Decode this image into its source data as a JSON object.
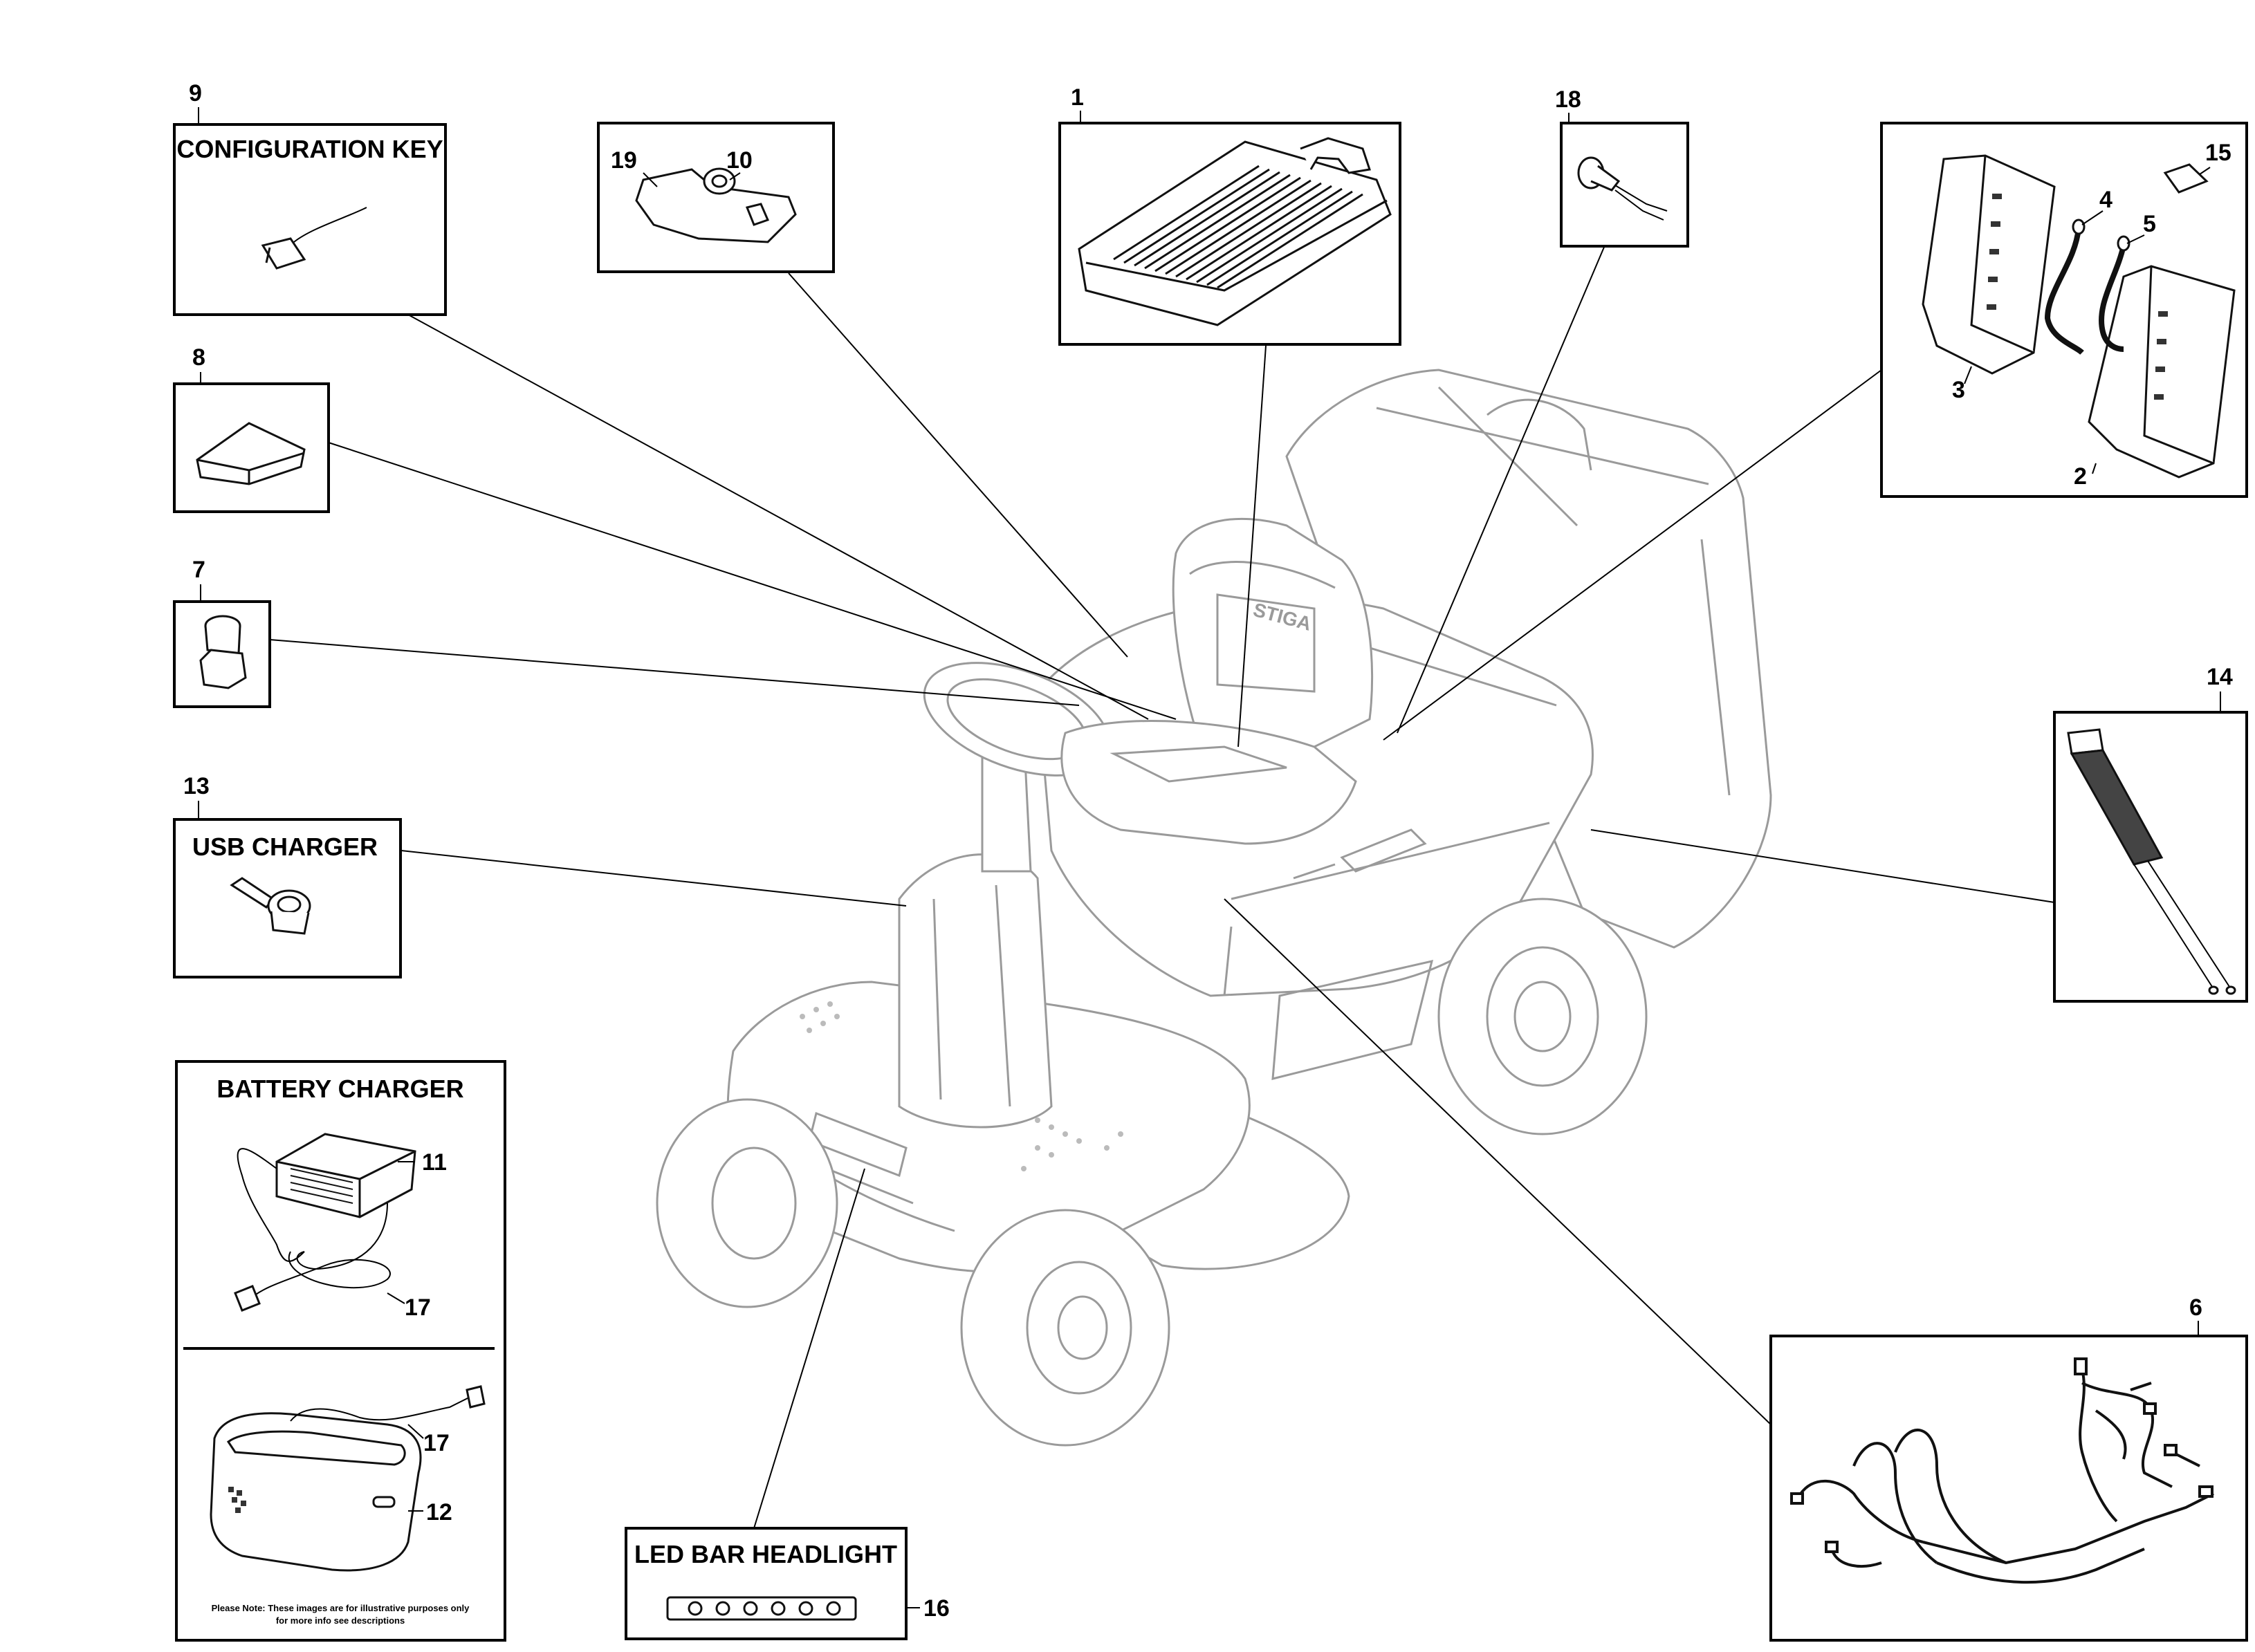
{
  "boxes": {
    "configuration_key": {
      "number": "9",
      "title": "CONFIGURATION KEY"
    },
    "module_19_10": {
      "numbers": [
        "19",
        "10"
      ]
    },
    "battery": {
      "number": "1"
    },
    "sensor": {
      "number": "18"
    },
    "controllers": {
      "numbers": [
        "15",
        "4",
        "5",
        "3",
        "2"
      ]
    },
    "module_8": {
      "number": "8"
    },
    "switch_7": {
      "number": "7"
    },
    "usb_charger": {
      "number": "13",
      "title": "USB CHARGER"
    },
    "led_strip": {
      "number": "14"
    },
    "battery_charger": {
      "title": "BATTERY CHARGER",
      "numbers": [
        "11",
        "17",
        "17",
        "12"
      ],
      "note_line1": "Please Note: These images are for illustrative purposes only",
      "note_line2": "for more info see descriptions"
    },
    "led_bar_headlight": {
      "number": "16",
      "title": "LED BAR HEADLIGHT"
    },
    "wiring_harness": {
      "number": "6"
    }
  },
  "mower": {
    "brand": "STIGA"
  },
  "colors": {
    "line": "#000000",
    "mower_outline": "#9a9a9a"
  },
  "icons": [
    "configuration-key-icon",
    "control-module-icon",
    "battery-pack-icon",
    "seat-sensor-icon",
    "controller-board-icon",
    "fuse-icon",
    "cable-icon",
    "electronic-module-icon",
    "ignition-switch-icon",
    "usb-charger-icon",
    "led-strip-icon",
    "battery-charger-icon",
    "charging-dock-icon",
    "led-headlight-icon",
    "wiring-harness-icon",
    "ride-on-mower-icon"
  ]
}
